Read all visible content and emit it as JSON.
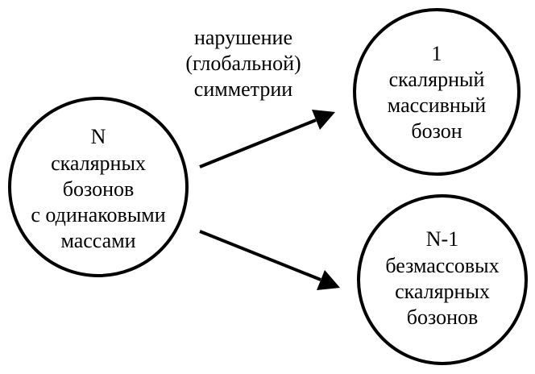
{
  "nodes": {
    "source": {
      "lines": [
        "N",
        "скалярных",
        "бозонов",
        "с  одинаковыми",
        "массами"
      ]
    },
    "massive": {
      "lines": [
        "1",
        "скалярный",
        "массивный",
        "бозон"
      ]
    },
    "massless": {
      "lines": [
        "N-1",
        "безмассовых",
        "скалярных",
        "бозонов"
      ]
    }
  },
  "edge_label": {
    "lines": [
      "нарушение",
      "(глобальной)",
      "симметрии"
    ]
  },
  "colors": {
    "stroke": "#000000",
    "background": "#ffffff"
  }
}
